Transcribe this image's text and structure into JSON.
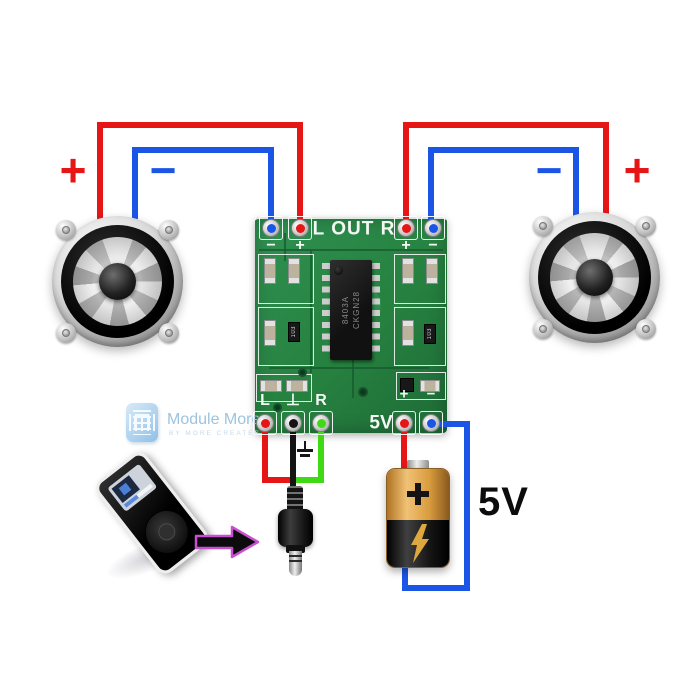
{
  "colors": {
    "wire-red": "#e61616",
    "wire-blue": "#1b55e6",
    "wire-green": "#3fd916",
    "wire-black": "#141414",
    "pcb-green": "#2a8a4a",
    "battery-gold": "#f0c276",
    "brand-blue": "#9cc3df"
  },
  "speakers": {
    "left": {
      "plus": "+",
      "minus": "−"
    },
    "right": {
      "minus": "−",
      "plus": "+"
    }
  },
  "module": {
    "out_label": "L OUT R",
    "top_polarity": [
      "−",
      "+",
      "+",
      "−"
    ],
    "chip": {
      "line1": "8403A",
      "line2": "CKGN28"
    },
    "smd_code": "103",
    "input_labels": {
      "left": "L",
      "ground": "⊥",
      "right": "R"
    },
    "power": {
      "plus": "+",
      "minus": "−",
      "label": "5V"
    }
  },
  "battery": {
    "voltage_label": "5V"
  },
  "watermark": {
    "brand": "Module More",
    "tagline": "BY MORE CREATES"
  }
}
